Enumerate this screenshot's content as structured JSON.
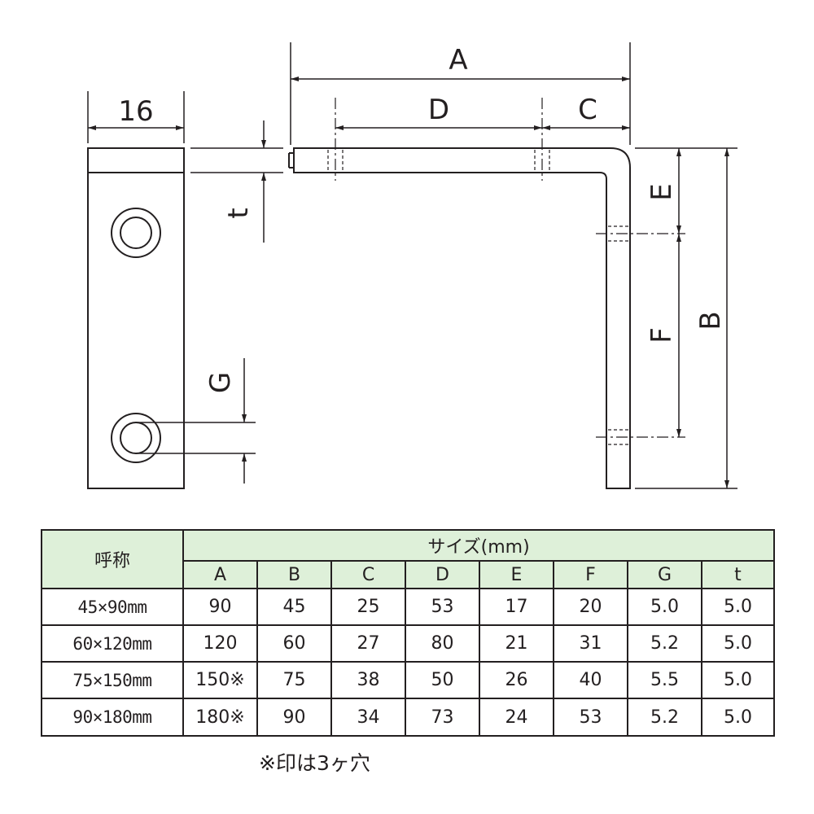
{
  "drawing": {
    "dim_width": "16",
    "dim_thickness": "t",
    "dim_hole": "G",
    "dim_A": "A",
    "dim_D": "D",
    "dim_C": "C",
    "dim_E": "E",
    "dim_F": "F",
    "dim_B": "B"
  },
  "table": {
    "name_header": "呼称",
    "size_header": "サイズ(mm)",
    "columns": [
      "A",
      "B",
      "C",
      "D",
      "E",
      "F",
      "G",
      "t"
    ],
    "rows": [
      {
        "name": "45×90mm",
        "values": [
          "90",
          "45",
          "25",
          "53",
          "17",
          "20",
          "5.0",
          "5.0"
        ]
      },
      {
        "name": "60×120mm",
        "values": [
          "120",
          "60",
          "27",
          "80",
          "21",
          "31",
          "5.2",
          "5.0"
        ]
      },
      {
        "name": "75×150mm",
        "values": [
          "150※",
          "75",
          "38",
          "50",
          "26",
          "40",
          "5.5",
          "5.0"
        ]
      },
      {
        "name": "90×180mm",
        "values": [
          "180※",
          "90",
          "34",
          "73",
          "24",
          "53",
          "5.2",
          "5.0"
        ]
      }
    ],
    "header_color": "#def0d9"
  },
  "footnote": "※印は3ヶ穴"
}
